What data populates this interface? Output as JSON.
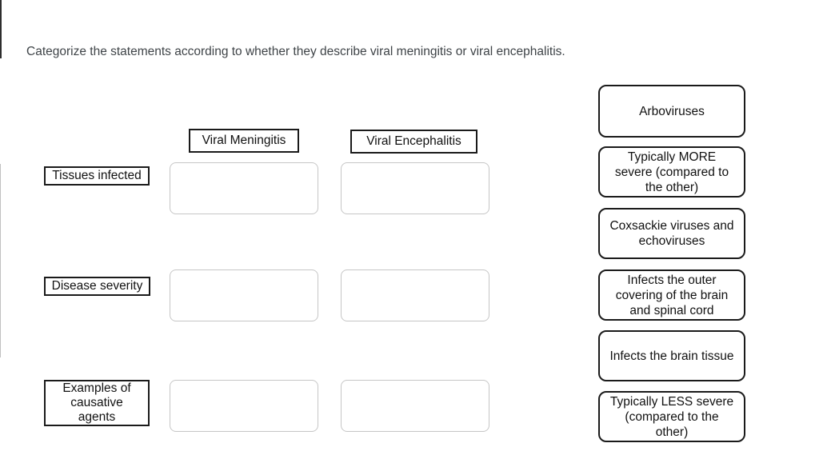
{
  "prompt": {
    "text": "Categorize the statements according to whether they describe viral meningitis or viral encephalitis."
  },
  "table": {
    "columns": [
      {
        "label": "Viral Meningitis"
      },
      {
        "label": "Viral Encephalitis"
      }
    ],
    "rows": [
      {
        "label": "Tissues infected"
      },
      {
        "label": "Disease severity"
      },
      {
        "label": "Examples of\ncausative\nagents"
      }
    ],
    "cells": [
      [
        "",
        ""
      ],
      [
        "",
        ""
      ],
      [
        "",
        ""
      ]
    ]
  },
  "answer_bank": {
    "items": [
      {
        "label": "Arboviruses"
      },
      {
        "label": "Typically MORE\nsevere (compared to\nthe other)"
      },
      {
        "label": "Coxsackie viruses and\nechoviruses"
      },
      {
        "label": "Infects the outer\ncovering of the brain\nand spinal cord"
      },
      {
        "label": "Infects the brain tissue"
      },
      {
        "label": "Typically LESS severe\n(compared to the\nother)"
      }
    ]
  },
  "colors": {
    "background": "#ffffff",
    "box_border": "#1a1a1a",
    "dropzone_border": "#c6c6c6",
    "prompt_text": "#3f4448",
    "label_text": "#111111"
  }
}
